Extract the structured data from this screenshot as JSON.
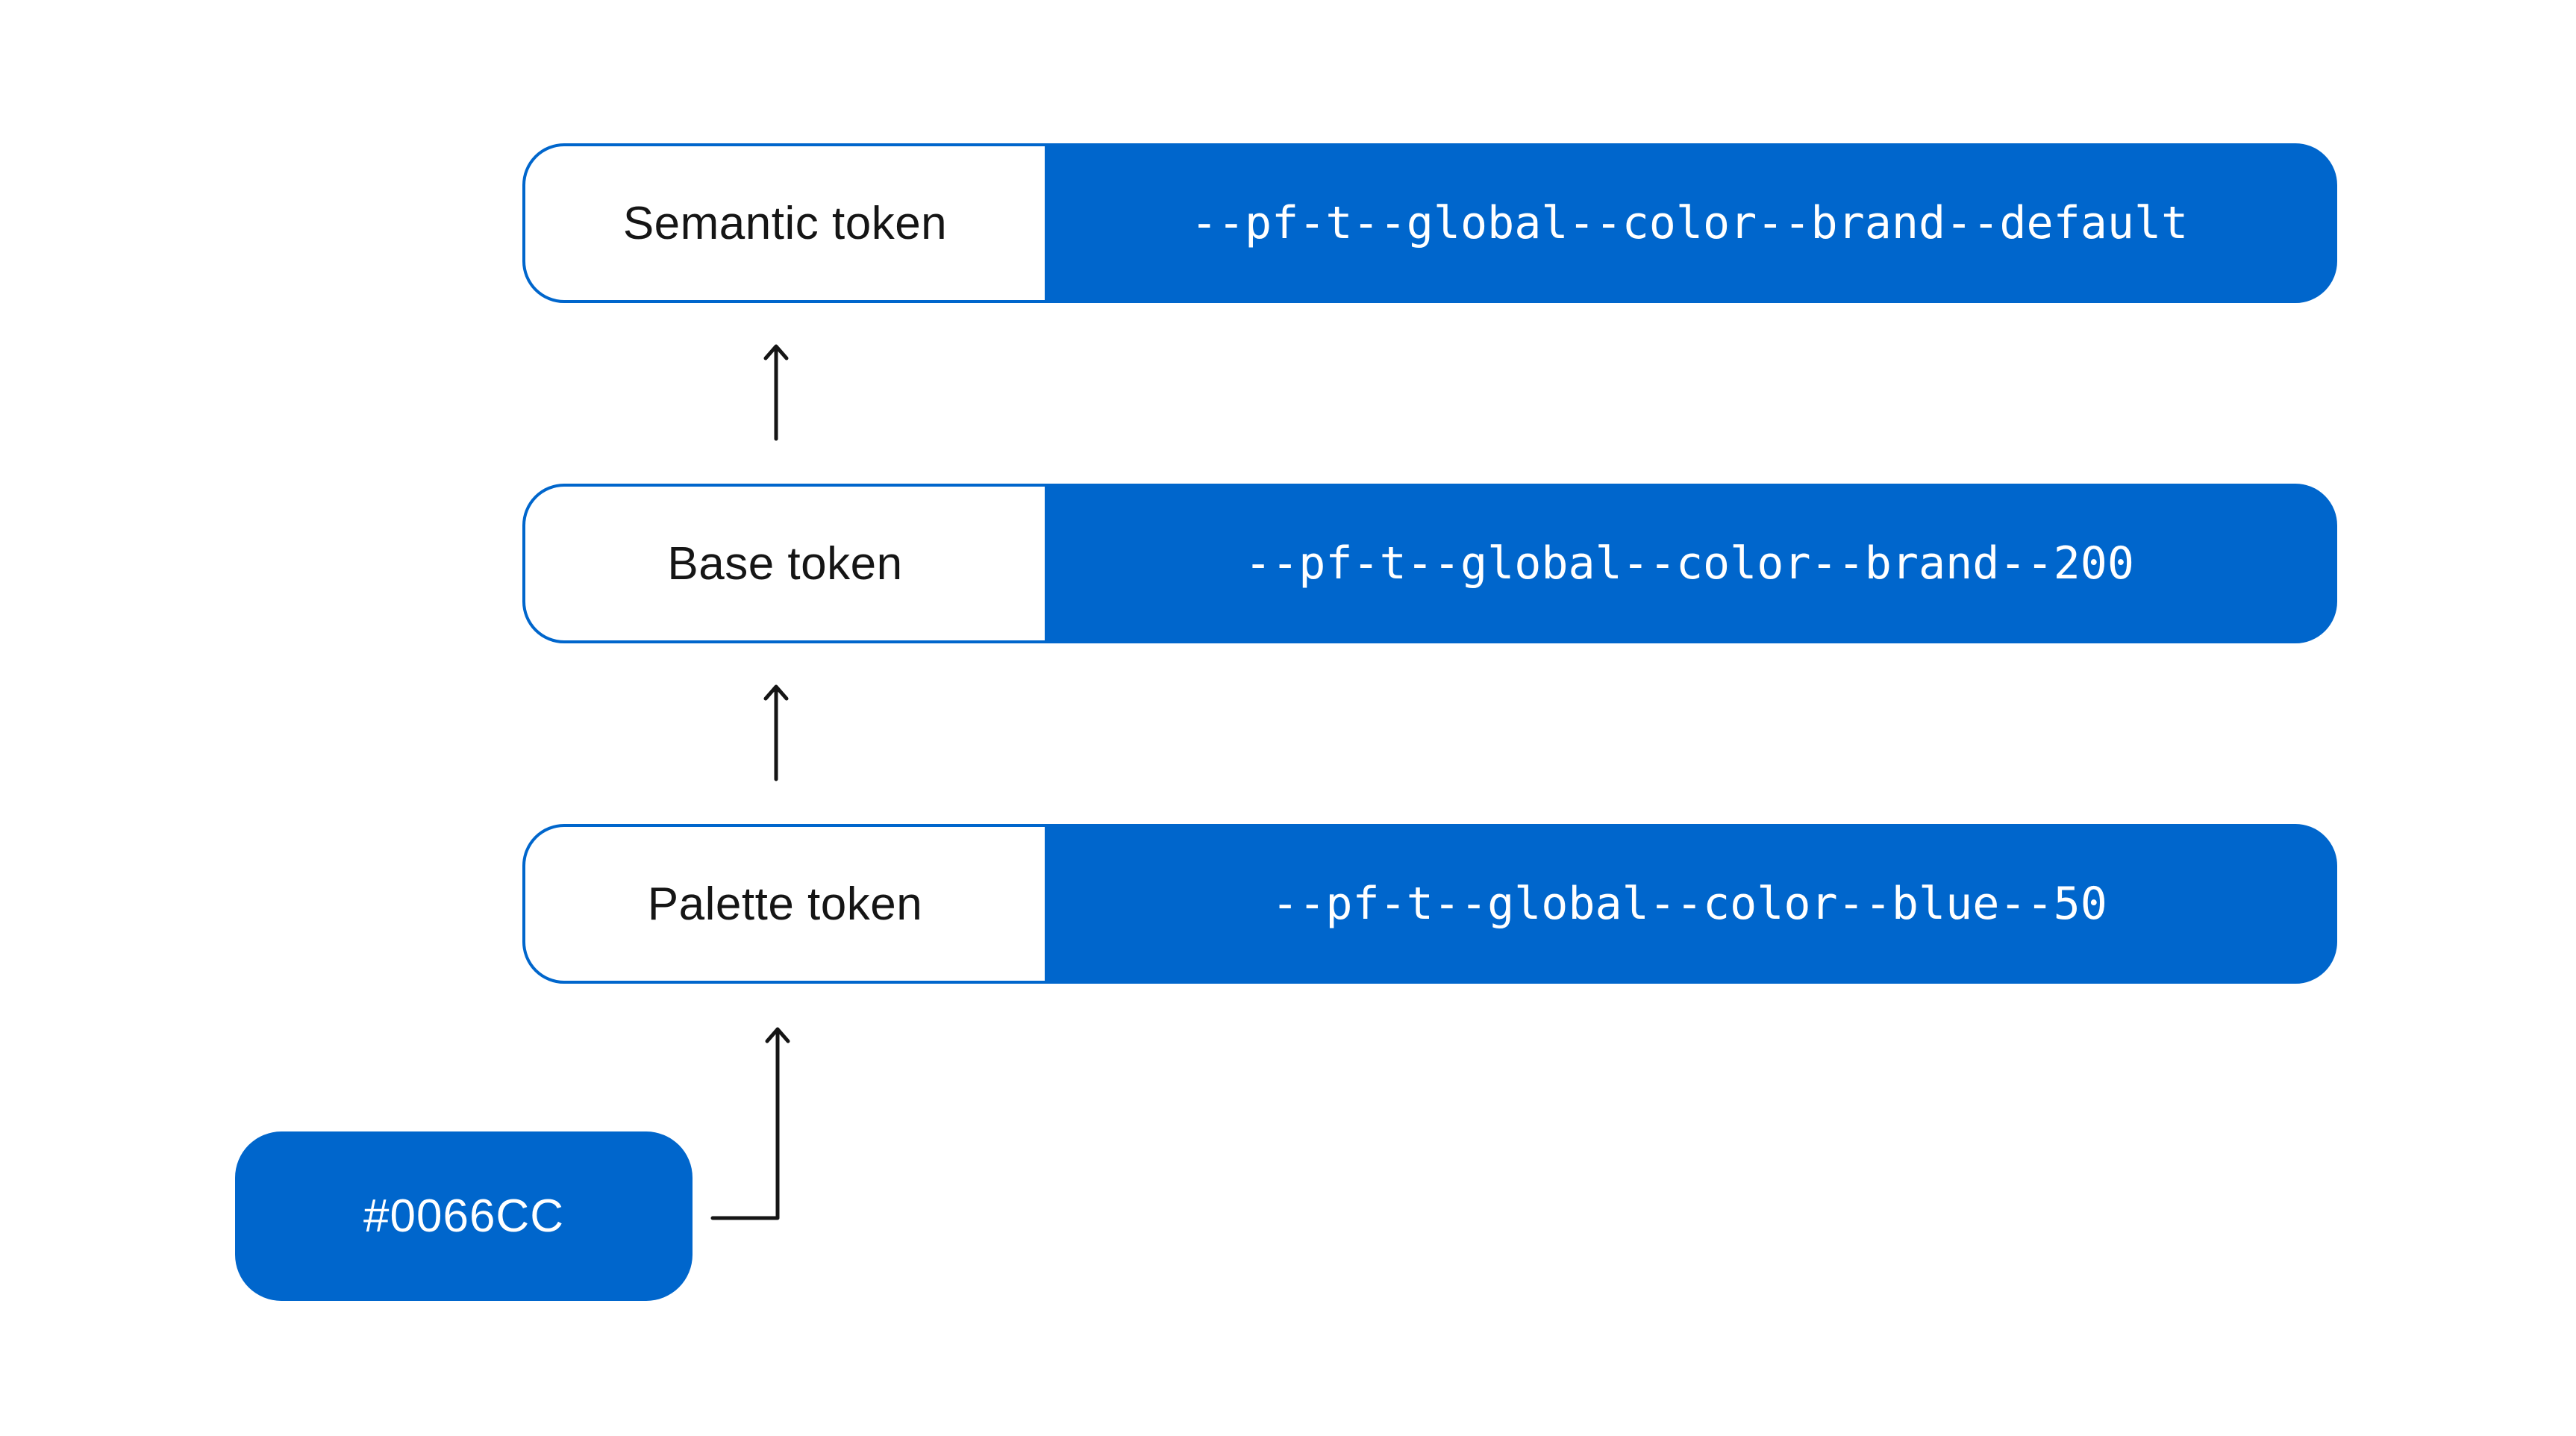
{
  "colors": {
    "brand_blue": "#0066CC",
    "label_text": "#151515",
    "value_text": "#FFFFFF",
    "arrow": "#151515",
    "background": "#FFFFFF"
  },
  "rows": [
    {
      "label": "Semantic token",
      "token": "--pf-t--global--color--brand--default"
    },
    {
      "label": "Base token",
      "token": "--pf-t--global--color--brand--200"
    },
    {
      "label": "Palette token",
      "token": "--pf-t--global--color--blue--50"
    }
  ],
  "hex_chip": {
    "value": "#0066CC"
  }
}
